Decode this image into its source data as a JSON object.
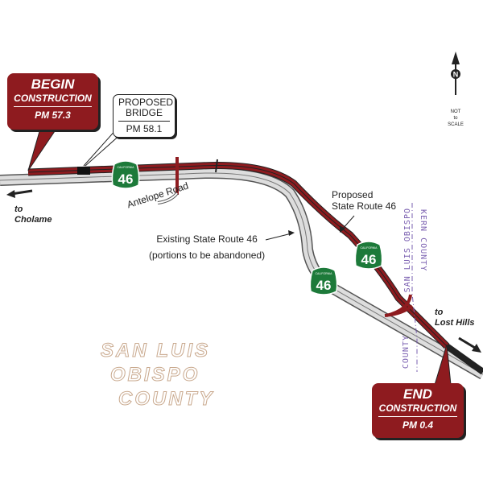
{
  "begin": {
    "title": "BEGIN",
    "subtitle": "CONSTRUCTION",
    "postmile": "PM 57.3"
  },
  "end": {
    "title": "END",
    "subtitle": "CONSTRUCTION",
    "postmile": "PM 0.4"
  },
  "bridge": {
    "line1": "PROPOSED",
    "line2": "BRIDGE",
    "postmile": "PM 58.1"
  },
  "labels": {
    "to_west_1": "to",
    "to_west_2": "Cholame",
    "to_east_1": "to",
    "to_east_2": "Lost Hills",
    "antelope": "Antelope Road",
    "existing_1": "Existing State Route 46",
    "existing_2": "(portions to be abandoned)",
    "proposed_1": "Proposed",
    "proposed_2": "State Route 46",
    "kern": "KERN COUNTY",
    "slo_a": "SAN LUIS OBISPO",
    "slo_b": "COUNTY",
    "county_1": "SAN LUIS",
    "county_2": "OBISPO",
    "county_3": "COUNTY"
  },
  "north": {
    "letter": "N",
    "scale_1": "NOT",
    "scale_2": "to",
    "scale_3": "SCALE"
  },
  "shields": [
    {
      "state": "CALIFORNIA",
      "route": "46"
    },
    {
      "state": "CALIFORNIA",
      "route": "46"
    },
    {
      "state": "CALIFORNIA",
      "route": "46"
    }
  ],
  "colors": {
    "construction": "#8e1b1f",
    "shield": "#1d7a3a",
    "boundary": "#7a5fb0"
  }
}
